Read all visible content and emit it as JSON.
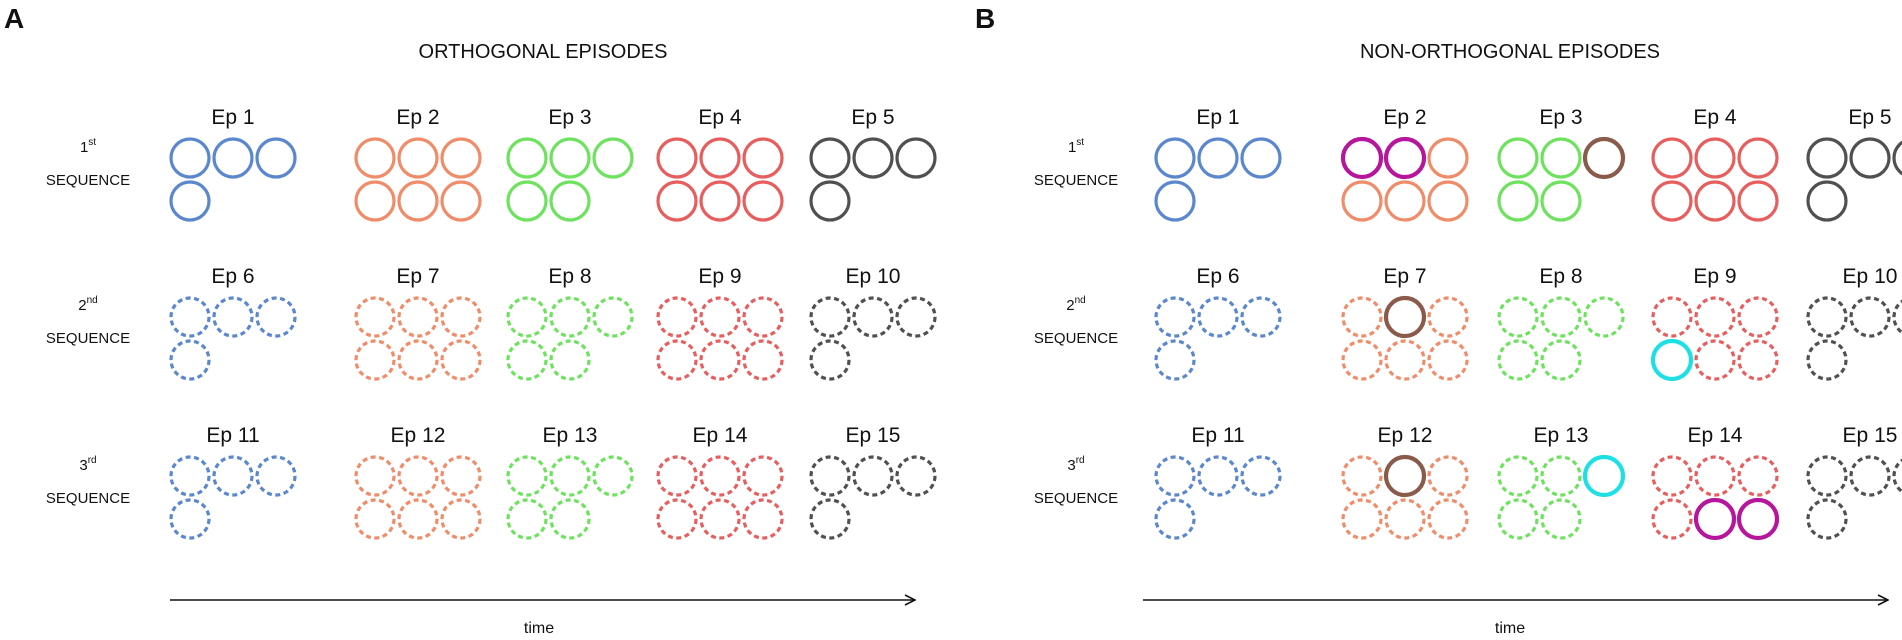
{
  "colors": {
    "blue": "#5b87cc",
    "orange": "#ef8c69",
    "green": "#6ee25f",
    "red": "#e65e5e",
    "gray": "#505050",
    "magenta": "#b5169b",
    "brown": "#8a5a4a",
    "cyan": "#1ee0e4"
  },
  "panels": [
    {
      "letter": "A",
      "title": "ORTHOGONAL EPISODES",
      "axis_label": "time",
      "rows": [
        {
          "ordinal": "1",
          "suffix": "st",
          "word": "SEQUENCE",
          "line": "solid",
          "episodes": [
            {
              "label": "Ep 1",
              "color": "blue",
              "count": 4
            },
            {
              "label": "Ep 2",
              "color": "orange",
              "count": 6
            },
            {
              "label": "Ep 3",
              "color": "green",
              "count": 5
            },
            {
              "label": "Ep 4",
              "color": "red",
              "count": 6
            },
            {
              "label": "Ep 5",
              "color": "gray",
              "count": 4
            }
          ]
        },
        {
          "ordinal": "2",
          "suffix": "nd",
          "word": "SEQUENCE",
          "line": "dashed",
          "episodes": [
            {
              "label": "Ep 6",
              "color": "blue",
              "count": 4
            },
            {
              "label": "Ep 7",
              "color": "orange",
              "count": 6
            },
            {
              "label": "Ep 8",
              "color": "green",
              "count": 5
            },
            {
              "label": "Ep 9",
              "color": "red",
              "count": 6
            },
            {
              "label": "Ep 10",
              "color": "gray",
              "count": 4
            }
          ]
        },
        {
          "ordinal": "3",
          "suffix": "rd",
          "word": "SEQUENCE",
          "line": "dashed",
          "episodes": [
            {
              "label": "Ep 11",
              "color": "blue",
              "count": 4
            },
            {
              "label": "Ep 12",
              "color": "orange",
              "count": 6
            },
            {
              "label": "Ep 13",
              "color": "green",
              "count": 5
            },
            {
              "label": "Ep 14",
              "color": "red",
              "count": 6
            },
            {
              "label": "Ep 15",
              "color": "gray",
              "count": 4
            }
          ]
        }
      ]
    },
    {
      "letter": "B",
      "title": "NON-ORTHOGONAL EPISODES",
      "axis_label": "time",
      "rows": [
        {
          "ordinal": "1",
          "suffix": "st",
          "word": "SEQUENCE",
          "line": "solid",
          "episodes": [
            {
              "label": "Ep 1",
              "color": "blue",
              "count": 4
            },
            {
              "label": "Ep 2",
              "color": "orange",
              "count": 6,
              "highlights": [
                {
                  "slot": 0,
                  "color": "magenta"
                },
                {
                  "slot": 1,
                  "color": "magenta"
                }
              ]
            },
            {
              "label": "Ep 3",
              "color": "green",
              "count": 5,
              "highlights": [
                {
                  "slot": 2,
                  "color": "brown"
                }
              ]
            },
            {
              "label": "Ep 4",
              "color": "red",
              "count": 6
            },
            {
              "label": "Ep 5",
              "color": "gray",
              "count": 4
            }
          ]
        },
        {
          "ordinal": "2",
          "suffix": "nd",
          "word": "SEQUENCE",
          "line": "dashed",
          "episodes": [
            {
              "label": "Ep 6",
              "color": "blue",
              "count": 4
            },
            {
              "label": "Ep 7",
              "color": "orange",
              "count": 6,
              "highlights": [
                {
                  "slot": 1,
                  "color": "brown"
                }
              ]
            },
            {
              "label": "Ep 8",
              "color": "green",
              "count": 5
            },
            {
              "label": "Ep 9",
              "color": "red",
              "count": 6,
              "highlights": [
                {
                  "slot": 3,
                  "color": "cyan"
                }
              ]
            },
            {
              "label": "Ep 10",
              "color": "gray",
              "count": 4
            }
          ]
        },
        {
          "ordinal": "3",
          "suffix": "rd",
          "word": "SEQUENCE",
          "line": "dashed",
          "episodes": [
            {
              "label": "Ep 11",
              "color": "blue",
              "count": 4
            },
            {
              "label": "Ep 12",
              "color": "orange",
              "count": 6,
              "highlights": [
                {
                  "slot": 1,
                  "color": "brown"
                }
              ]
            },
            {
              "label": "Ep 13",
              "color": "green",
              "count": 5,
              "highlights": [
                {
                  "slot": 2,
                  "color": "cyan"
                }
              ]
            },
            {
              "label": "Ep 14",
              "color": "red",
              "count": 6,
              "highlights": [
                {
                  "slot": 4,
                  "color": "magenta"
                },
                {
                  "slot": 5,
                  "color": "magenta"
                }
              ]
            },
            {
              "label": "Ep 15",
              "color": "gray",
              "count": 4
            }
          ]
        }
      ]
    }
  ]
}
